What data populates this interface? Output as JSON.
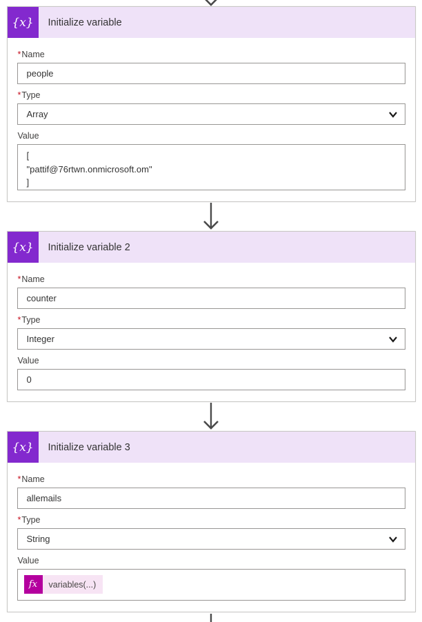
{
  "colors": {
    "action_purple": "#8329ce",
    "header_band": "#efe2f8",
    "expression_magenta": "#b4009e",
    "expression_pill": "#f7e4f4",
    "required_red": "#c50f1f",
    "arrow_gray": "#4a4a4a",
    "card_border": "#c8c7c5",
    "input_border": "#979593"
  },
  "icons": {
    "variable_glyph": "{x}",
    "expression_glyph": "fx"
  },
  "required_marker": "*",
  "cards": [
    {
      "title": "Initialize variable",
      "name_label": "Name",
      "name_value": "people",
      "type_label": "Type",
      "type_value": "Array",
      "value_label": "Value",
      "value_value": "[\n\"pattif@76rtwn.onmicrosoft.om\"\n]"
    },
    {
      "title": "Initialize variable 2",
      "name_label": "Name",
      "name_value": "counter",
      "type_label": "Type",
      "type_value": "Integer",
      "value_label": "Value",
      "value_value": "0"
    },
    {
      "title": "Initialize variable 3",
      "name_label": "Name",
      "name_value": "allemails",
      "type_label": "Type",
      "type_value": "String",
      "value_label": "Value",
      "expression_token": "variables(...)"
    }
  ]
}
